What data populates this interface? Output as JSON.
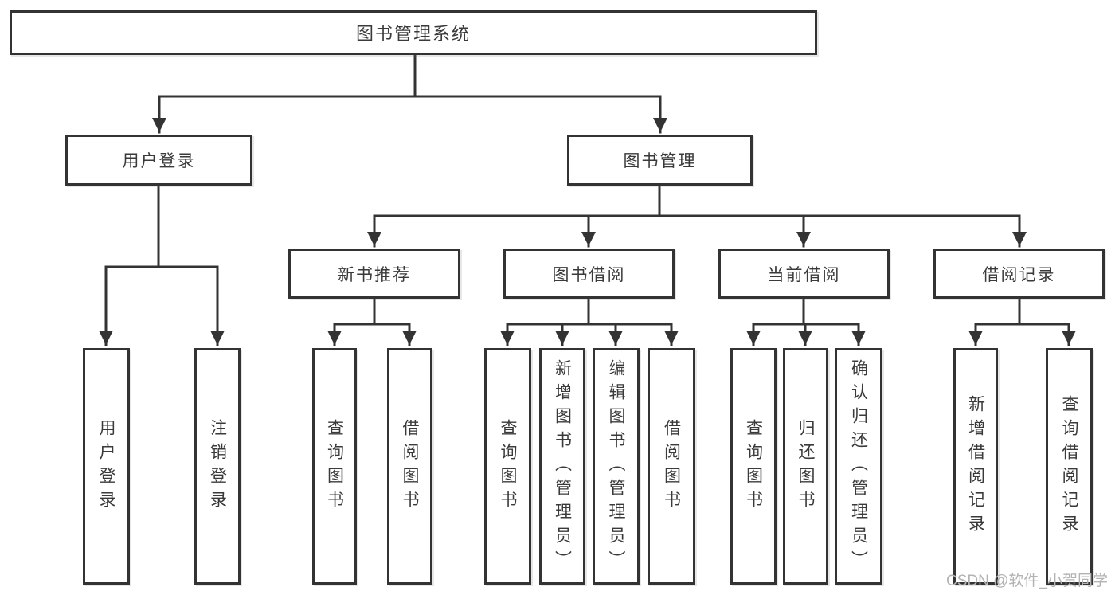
{
  "diagram": {
    "root": {
      "label": "图书管理系统"
    },
    "branches": [
      {
        "label": "用户登录",
        "children": [
          {
            "label": "用户登录"
          },
          {
            "label": "注销登录"
          }
        ]
      },
      {
        "label": "图书管理",
        "children": [
          {
            "label": "新书推荐",
            "children": [
              {
                "label": "查询图书"
              },
              {
                "label": "借阅图书"
              }
            ]
          },
          {
            "label": "图书借阅",
            "children": [
              {
                "label": "查询图书"
              },
              {
                "label": "新增图书（管理员）"
              },
              {
                "label": "编辑图书（管理员）"
              },
              {
                "label": "借阅图书"
              }
            ]
          },
          {
            "label": "当前借阅",
            "children": [
              {
                "label": "查询图书"
              },
              {
                "label": "归还图书"
              },
              {
                "label": "确认归还（管理员）"
              }
            ]
          },
          {
            "label": "借阅记录",
            "children": [
              {
                "label": "新增借阅记录"
              },
              {
                "label": "查询借阅记录"
              }
            ]
          }
        ]
      }
    ]
  },
  "watermark": {
    "text": "CSDN @软件_小贺同学"
  },
  "colors": {
    "line": "#333333",
    "box_border": "#333333",
    "box_fill": "#ffffff",
    "text": "#3a3a3a",
    "watermark": "#b3b3b3",
    "background": "#ffffff"
  }
}
